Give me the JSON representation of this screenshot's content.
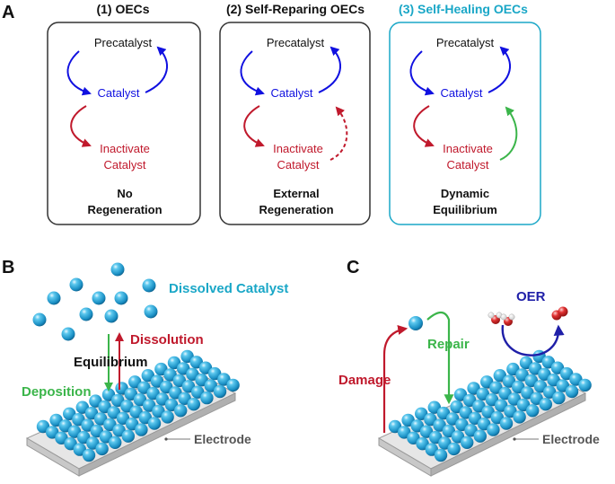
{
  "panelA": {
    "letter": "A",
    "columns": [
      {
        "title": "(1) OECs",
        "precatalyst": "Precatalyst",
        "catalyst": "Catalyst",
        "inactivate_line1": "Inactivate",
        "inactivate_line2": "Catalyst",
        "footer_line1": "No",
        "footer_line2": "Regeneration",
        "return_arrow": "none"
      },
      {
        "title": "(2) Self-Reparing OECs",
        "precatalyst": "Precatalyst",
        "catalyst": "Catalyst",
        "inactivate_line1": "Inactivate",
        "inactivate_line2": "Catalyst",
        "footer_line1": "External",
        "footer_line2": "Regeneration",
        "return_arrow": "dashed-red"
      },
      {
        "title": "(3) Self-Healing OECs",
        "precatalyst": "Precatalyst",
        "catalyst": "Catalyst",
        "inactivate_line1": "Inactivate",
        "inactivate_line2": "Catalyst",
        "footer_line1": "Dynamic",
        "footer_line2": "Equilibrium",
        "return_arrow": "solid-green"
      }
    ]
  },
  "panelB": {
    "letter": "B",
    "dissolved_label": "Dissolved Catalyst",
    "dissolution_label": "Dissolution",
    "equilibrium_label": "Equilibrium",
    "deposition_label": "Deposition",
    "electrode_label": "Electrode"
  },
  "panelC": {
    "letter": "C",
    "damage_label": "Damage",
    "repair_label": "Repair",
    "oer_label": "OER",
    "electrode_label": "Electrode"
  },
  "colors": {
    "blue": "#1010e0",
    "red": "#c0192c",
    "green": "#3bb54a",
    "cyan": "#1aa7c7",
    "dark": "#1a1a1a",
    "grey": "#555555",
    "sphere": "#1f9fd3"
  }
}
